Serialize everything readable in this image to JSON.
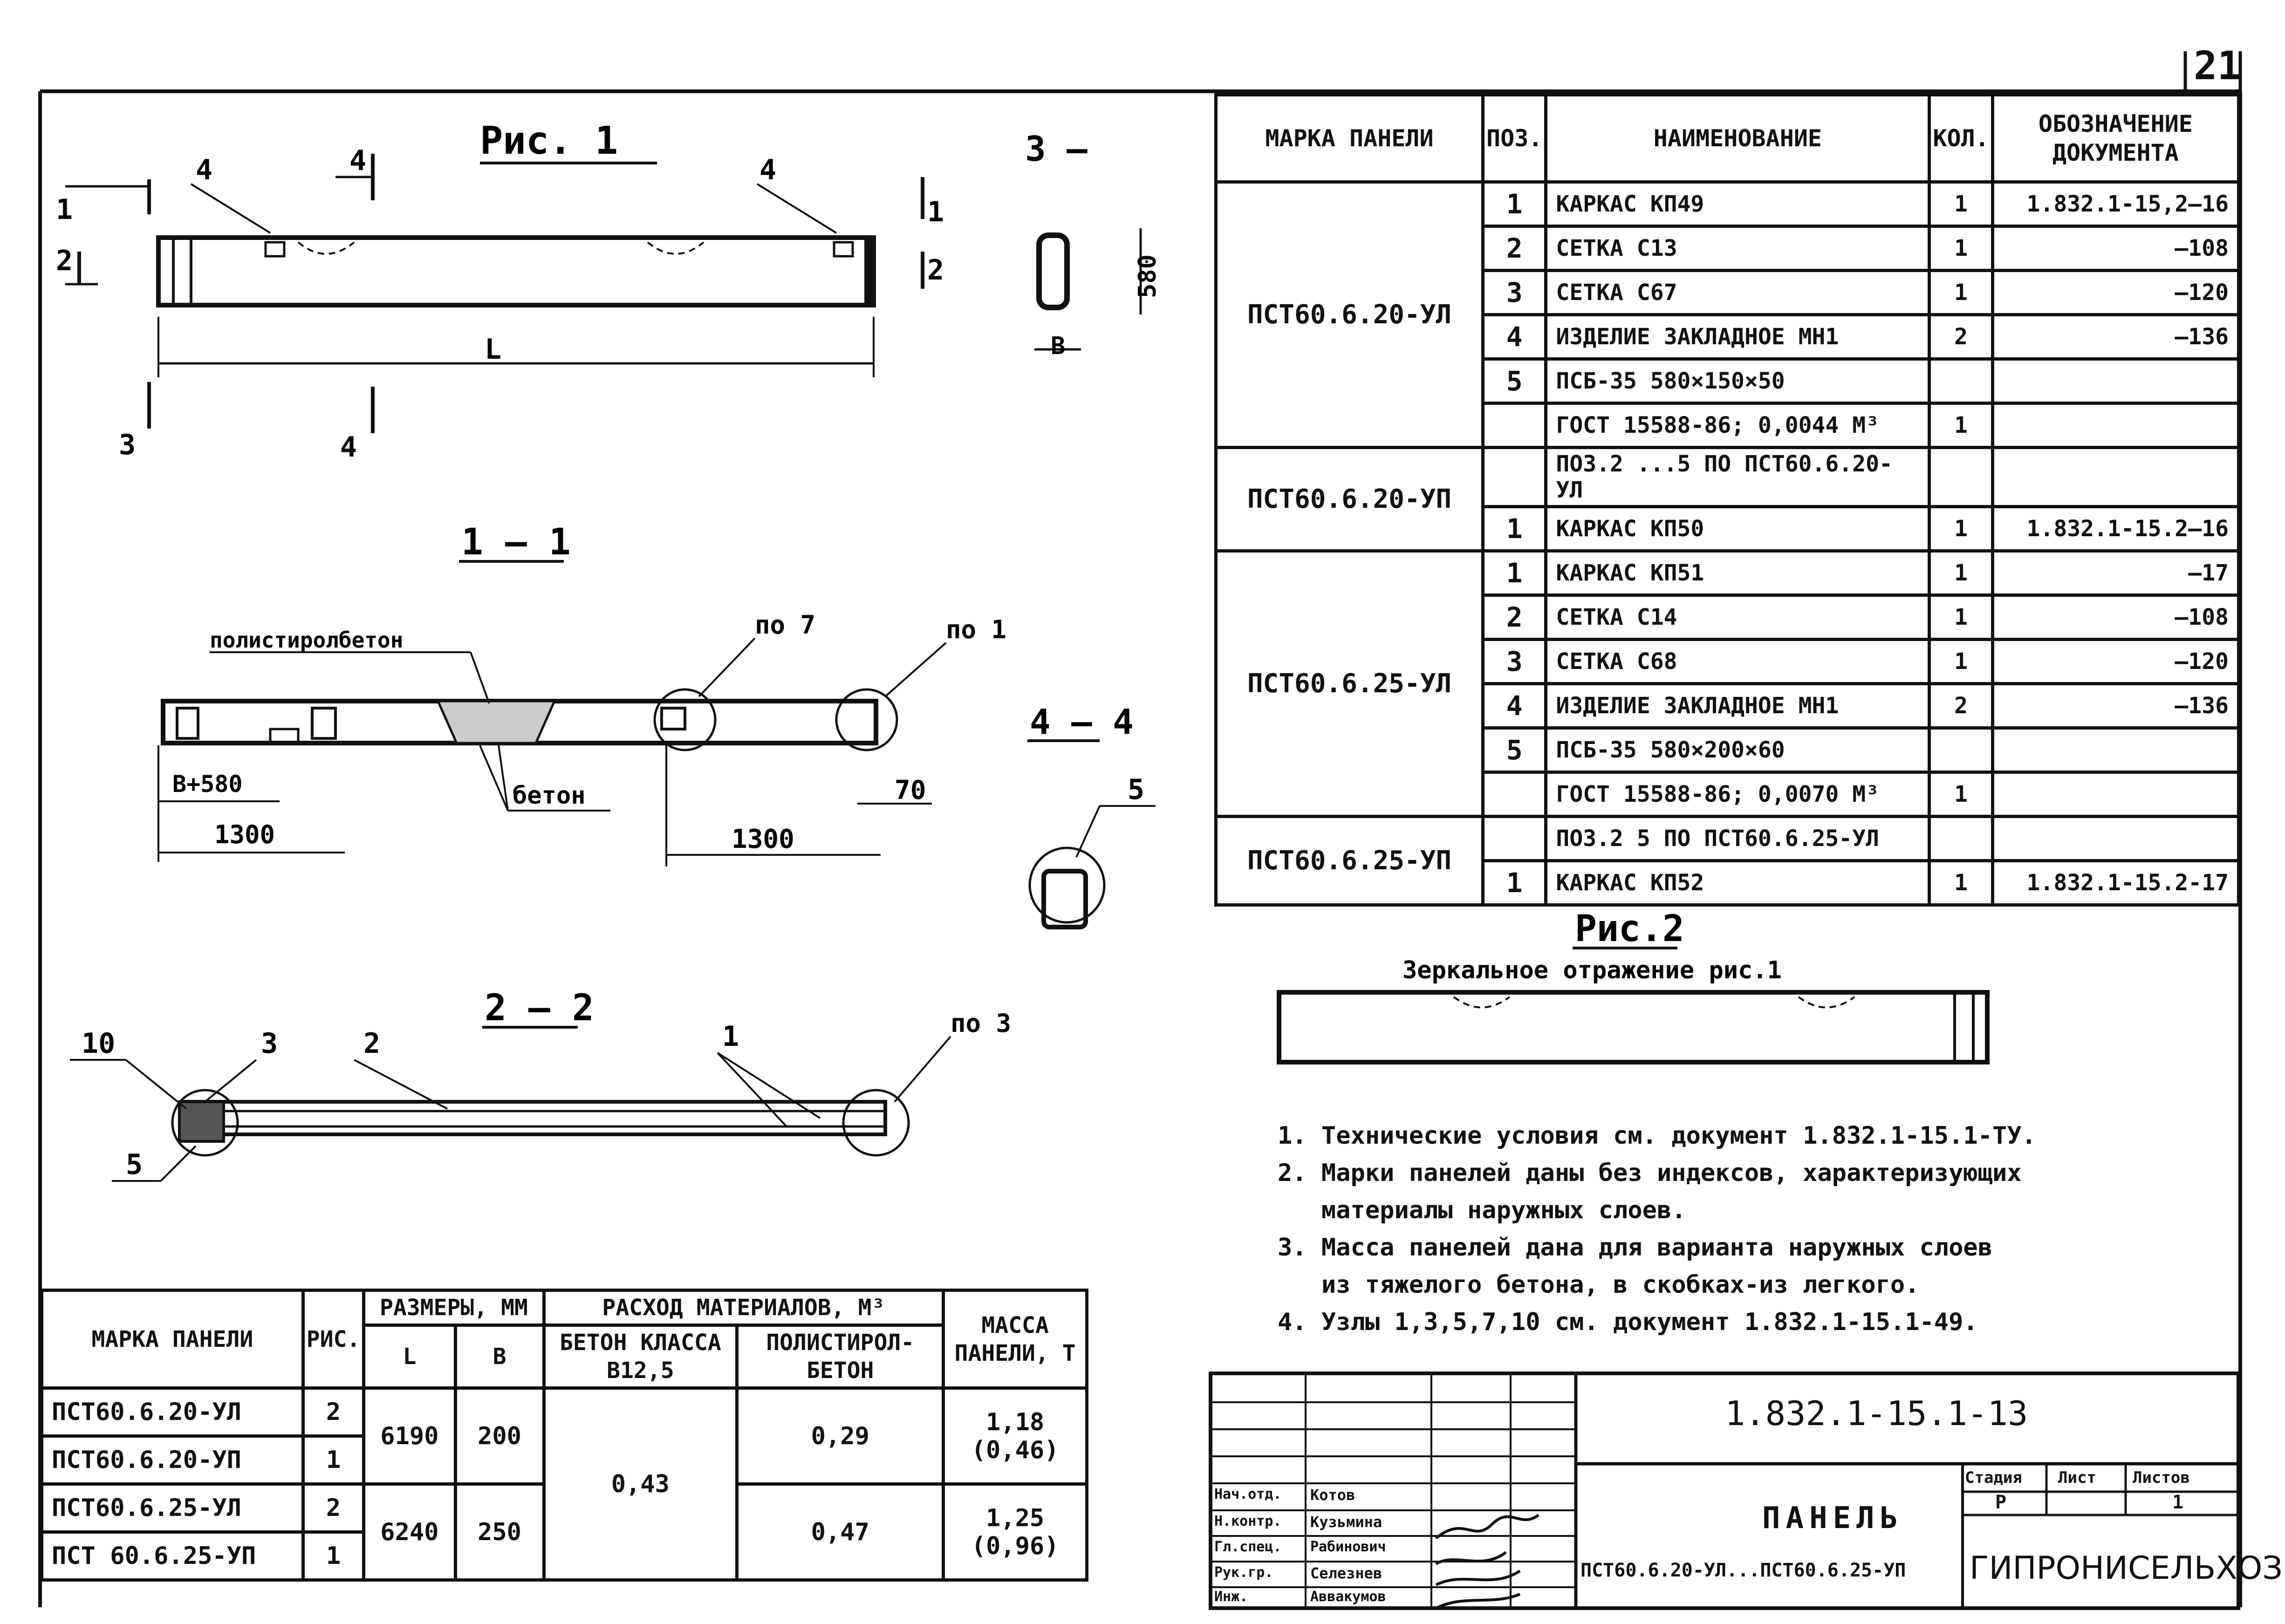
{
  "page_number": "21",
  "drawings": {
    "fig1_title": "Рис. 1",
    "fig2_title": "Рис.2",
    "fig2_caption": "Зеркальное отражение рис.1",
    "section_1_1": "1 – 1",
    "section_2_2": "2 – 2",
    "section_3": "3 –",
    "section_4_4": "4 – 4",
    "label_polystyrene": "полистиролбетон",
    "label_concrete": "бетон",
    "label_node7": "по 7",
    "label_node1": "по 1",
    "label_node3": "по 3",
    "dim_L": "L",
    "dim_B": "B",
    "dim_580": "580",
    "dim_b580": "B+580",
    "dim_1300a": "1300",
    "dim_1300b": "1300",
    "dim_70": "70",
    "callouts": [
      "1",
      "2",
      "3",
      "4",
      "5",
      "10"
    ]
  },
  "spec_table": {
    "headers": {
      "mark": "Марка панели",
      "pos": "Поз.",
      "name": "Наименование",
      "qty": "Кол.",
      "doc": "Обозначение документа"
    },
    "groups": [
      {
        "mark": "ПСТ60.6.20-УЛ",
        "rows": [
          {
            "pos": "1",
            "name": "Каркас КП49",
            "qty": "1",
            "doc": "1.832.1-15,2—16"
          },
          {
            "pos": "2",
            "name": "Сетка С13",
            "qty": "1",
            "doc": "—108"
          },
          {
            "pos": "3",
            "name": "Сетка С67",
            "qty": "1",
            "doc": "—120"
          },
          {
            "pos": "4",
            "name": "Изделие закладное МН1",
            "qty": "2",
            "doc": "—136"
          },
          {
            "pos": "5",
            "name": "ПСБ-35 580×150×50",
            "qty": "",
            "doc": ""
          },
          {
            "pos": "",
            "name": "ГОСТ 15588-86; 0,0044 м³",
            "qty": "1",
            "doc": ""
          }
        ]
      },
      {
        "mark": "ПСТ60.6.20-УП",
        "rows": [
          {
            "pos": "",
            "name": "Поз.2 ...5 по ПСТ60.6.20-УЛ",
            "qty": "",
            "doc": ""
          },
          {
            "pos": "1",
            "name": "Каркас КП50",
            "qty": "1",
            "doc": "1.832.1-15.2—16"
          }
        ]
      },
      {
        "mark": "ПСТ60.6.25-УЛ",
        "rows": [
          {
            "pos": "1",
            "name": "Каркас КП51",
            "qty": "1",
            "doc": "—17"
          },
          {
            "pos": "2",
            "name": "Сетка С14",
            "qty": "1",
            "doc": "—108"
          },
          {
            "pos": "3",
            "name": "Сетка С68",
            "qty": "1",
            "doc": "—120"
          },
          {
            "pos": "4",
            "name": "Изделие закладное МН1",
            "qty": "2",
            "doc": "—136"
          },
          {
            "pos": "5",
            "name": "ПСБ-35 580×200×60",
            "qty": "",
            "doc": ""
          },
          {
            "pos": "",
            "name": "ГОСТ 15588-86; 0,0070 м³",
            "qty": "1",
            "doc": ""
          }
        ]
      },
      {
        "mark": "ПСТ60.6.25-УП",
        "rows": [
          {
            "pos": "",
            "name": "Поз.2 5 по ПСТ60.6.25-УЛ",
            "qty": "",
            "doc": ""
          },
          {
            "pos": "1",
            "name": "Каркас КП52",
            "qty": "1",
            "doc": "1.832.1-15.2-17"
          }
        ]
      }
    ]
  },
  "notes": [
    "1. Технические условия см. документ 1.832.1-15.1-ТУ.",
    "2. Марки панелей даны без индексов, характеризующих",
    "   материалы наружных слоев.",
    "3. Масса панелей дана для варианта наружных слоев",
    "   из тяжелого бетона, в скобках-из легкого.",
    "4. Узлы 1,3,5,7,10 см. документ 1.832.1-15.1-49."
  ],
  "mass_table": {
    "headers": {
      "mark": "Марка панели",
      "fig": "Рис.",
      "dims": "Размеры, мм",
      "L": "L",
      "B": "B",
      "materials": "Расход материалов, м³",
      "concrete": "Бетон класса В12,5",
      "poly": "Полистирол-бетон",
      "mass": "Масса панели, т"
    },
    "rows": [
      {
        "mark": "ПСТ60.6.20-УЛ",
        "fig": "2"
      },
      {
        "mark": "ПСТ60.6.20-УП",
        "fig": "1"
      },
      {
        "mark": "ПСТ60.6.25-УЛ",
        "fig": "2"
      },
      {
        "mark": "ПСТ 60.6.25-УП",
        "fig": "1"
      }
    ],
    "group1": {
      "L": "6190",
      "B": "200",
      "poly": "0,29",
      "mass": "1,18 (0,46)"
    },
    "group2": {
      "L": "6240",
      "B": "250",
      "poly": "0,47",
      "mass": "1,25 (0,96)"
    },
    "concrete_all": "0,43"
  },
  "title_block": {
    "code": "1.832.1-15.1-13",
    "title": "Панель",
    "subtitle": "ПСТ60.6.20-УЛ...ПСТ60.6.25-УП",
    "stage_label": "Стадия",
    "sheet_label": "Лист",
    "sheets_label": "Листов",
    "stage": "Р",
    "sheets": "1",
    "org": "ГИПРОНИСЕЛЬХОЗ",
    "roles": [
      {
        "role": "Нач.отд.",
        "name": "Котов"
      },
      {
        "role": "Н.контр.",
        "name": "Кузьмина"
      },
      {
        "role": "Гл.спец.",
        "name": "Рабинович"
      },
      {
        "role": "Рук.гр.",
        "name": "Селезнев"
      },
      {
        "role": "Инж.",
        "name": "Аввакумов"
      }
    ]
  }
}
